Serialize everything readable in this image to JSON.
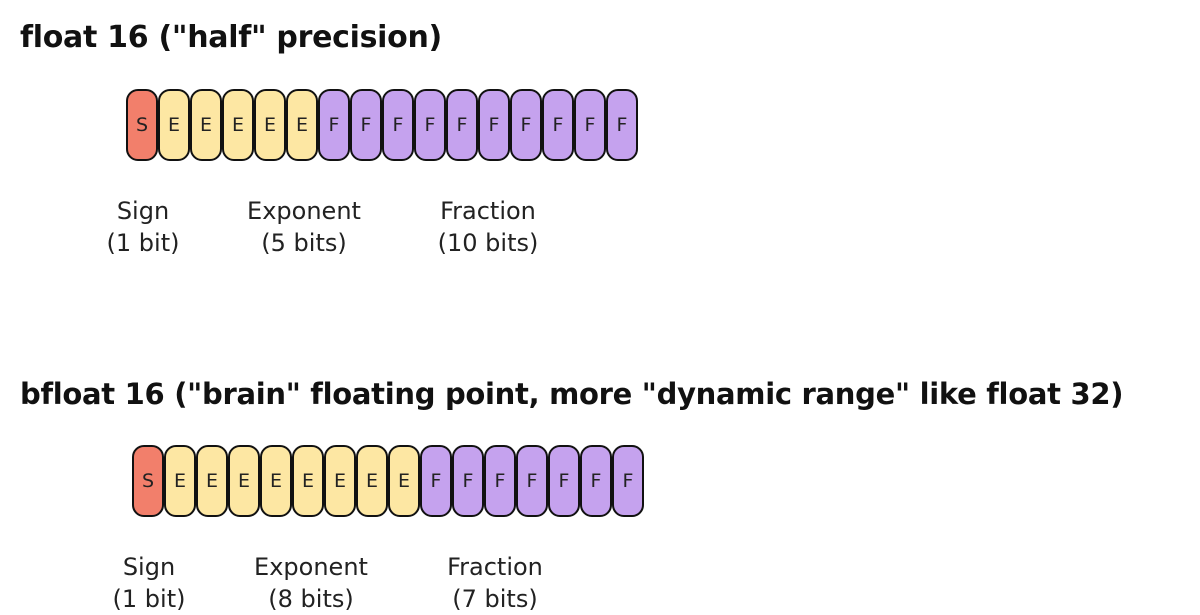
{
  "formats": [
    {
      "title": "float 16 (\"half\" precision)",
      "bits": [
        "S",
        "E",
        "E",
        "E",
        "E",
        "E",
        "F",
        "F",
        "F",
        "F",
        "F",
        "F",
        "F",
        "F",
        "F",
        "F"
      ],
      "fields": [
        {
          "name": "Sign",
          "size": "(1 bit)"
        },
        {
          "name": "Exponent",
          "size": "(5 bits)"
        },
        {
          "name": "Fraction",
          "size": "(10 bits)"
        }
      ]
    },
    {
      "title": "bfloat 16 (\"brain\" floating point, more \"dynamic range\" like float 32)",
      "bits": [
        "S",
        "E",
        "E",
        "E",
        "E",
        "E",
        "E",
        "E",
        "E",
        "F",
        "F",
        "F",
        "F",
        "F",
        "F",
        "F"
      ],
      "fields": [
        {
          "name": "Sign",
          "size": "(1 bit)"
        },
        {
          "name": "Exponent",
          "size": "(8 bits)"
        },
        {
          "name": "Fraction",
          "size": "(7 bits)"
        }
      ]
    }
  ],
  "colors": {
    "sign": "#f27f6b",
    "exponent": "#fde7a3",
    "fraction": "#c5a2ee",
    "border": "#111111"
  }
}
